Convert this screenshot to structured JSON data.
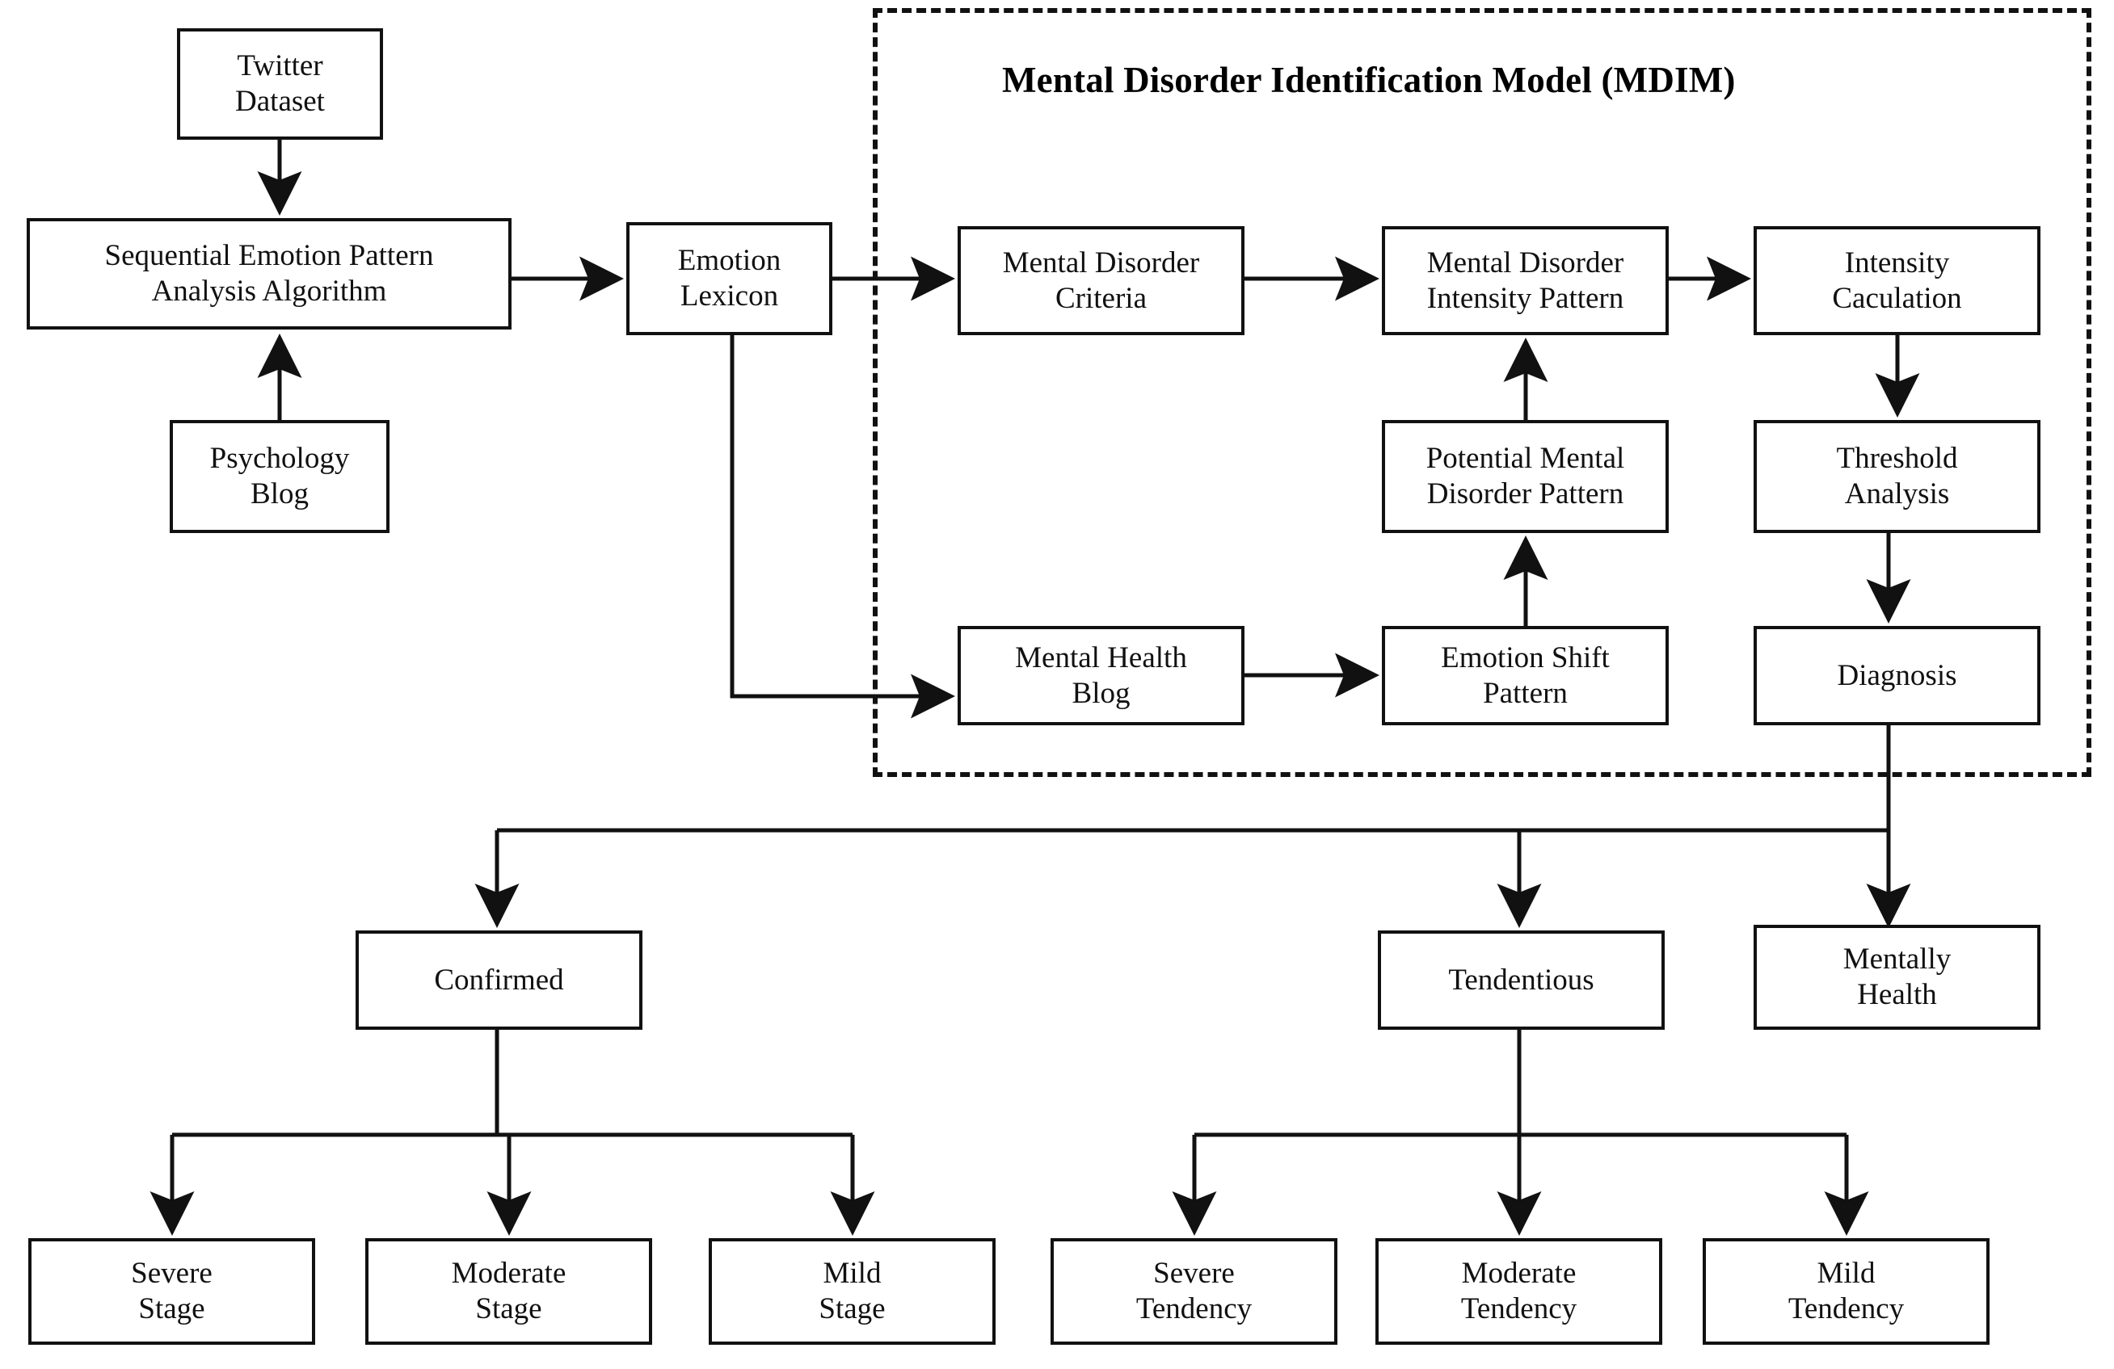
{
  "diagram": {
    "title": "Mental Disorder Identification Model (MDIM)",
    "colors": {
      "stroke": "#111111",
      "fill": "#ffffff",
      "text": "#111111"
    },
    "nodes": {
      "twitter_dataset": "Twitter\nDataset",
      "sequential_algorithm": "Sequential Emotion Pattern\nAnalysis Algorithm",
      "psychology_blog": "Psychology\nBlog",
      "emotion_lexicon": "Emotion\nLexicon",
      "mental_disorder_criteria": "Mental Disorder\nCriteria",
      "mental_disorder_intensity_pattern": "Mental Disorder\nIntensity Pattern",
      "intensity_caculation": "Intensity\nCaculation",
      "potential_mental_disorder_pattern": "Potential Mental\nDisorder Pattern",
      "threshold_analysis": "Threshold\nAnalysis",
      "mental_health_blog": "Mental Health\nBlog",
      "emotion_shift_pattern": "Emotion Shift\nPattern",
      "diagnosis": "Diagnosis",
      "confirmed": "Confirmed",
      "tendentious": "Tendentious",
      "mentally_health": "Mentally\nHealth",
      "severe_stage": "Severe\nStage",
      "moderate_stage": "Moderate\nStage",
      "mild_stage": "Mild\nStage",
      "severe_tendency": "Severe\nTendency",
      "moderate_tendency": "Moderate\nTendency",
      "mild_tendency": "Mild\nTendency"
    },
    "edges": [
      {
        "from": "twitter_dataset",
        "to": "sequential_algorithm",
        "kind": "arrow-down"
      },
      {
        "from": "psychology_blog",
        "to": "sequential_algorithm",
        "kind": "arrow-up"
      },
      {
        "from": "sequential_algorithm",
        "to": "emotion_lexicon",
        "kind": "arrow-right"
      },
      {
        "from": "emotion_lexicon",
        "to": "mental_disorder_criteria",
        "kind": "arrow-right"
      },
      {
        "from": "emotion_lexicon",
        "to": "mental_health_blog",
        "kind": "elbow-down-right"
      },
      {
        "from": "mental_disorder_criteria",
        "to": "mental_disorder_intensity_pattern",
        "kind": "arrow-right"
      },
      {
        "from": "mental_disorder_intensity_pattern",
        "to": "intensity_caculation",
        "kind": "arrow-right"
      },
      {
        "from": "potential_mental_disorder_pattern",
        "to": "mental_disorder_intensity_pattern",
        "kind": "arrow-up"
      },
      {
        "from": "emotion_shift_pattern",
        "to": "potential_mental_disorder_pattern",
        "kind": "arrow-up"
      },
      {
        "from": "mental_health_blog",
        "to": "emotion_shift_pattern",
        "kind": "arrow-right"
      },
      {
        "from": "intensity_caculation",
        "to": "threshold_analysis",
        "kind": "arrow-down"
      },
      {
        "from": "threshold_analysis",
        "to": "diagnosis",
        "kind": "arrow-down"
      },
      {
        "from": "diagnosis",
        "to": "confirmed",
        "kind": "bus-down"
      },
      {
        "from": "diagnosis",
        "to": "tendentious",
        "kind": "bus-down"
      },
      {
        "from": "diagnosis",
        "to": "mentally_health",
        "kind": "bus-down"
      },
      {
        "from": "confirmed",
        "to": "severe_stage",
        "kind": "bus-down"
      },
      {
        "from": "confirmed",
        "to": "moderate_stage",
        "kind": "bus-down"
      },
      {
        "from": "confirmed",
        "to": "mild_stage",
        "kind": "bus-down"
      },
      {
        "from": "tendentious",
        "to": "severe_tendency",
        "kind": "bus-down"
      },
      {
        "from": "tendentious",
        "to": "moderate_tendency",
        "kind": "bus-down"
      },
      {
        "from": "tendentious",
        "to": "mild_tendency",
        "kind": "bus-down"
      }
    ],
    "group": {
      "name": "mdim-boundary",
      "style": "dashed"
    }
  }
}
